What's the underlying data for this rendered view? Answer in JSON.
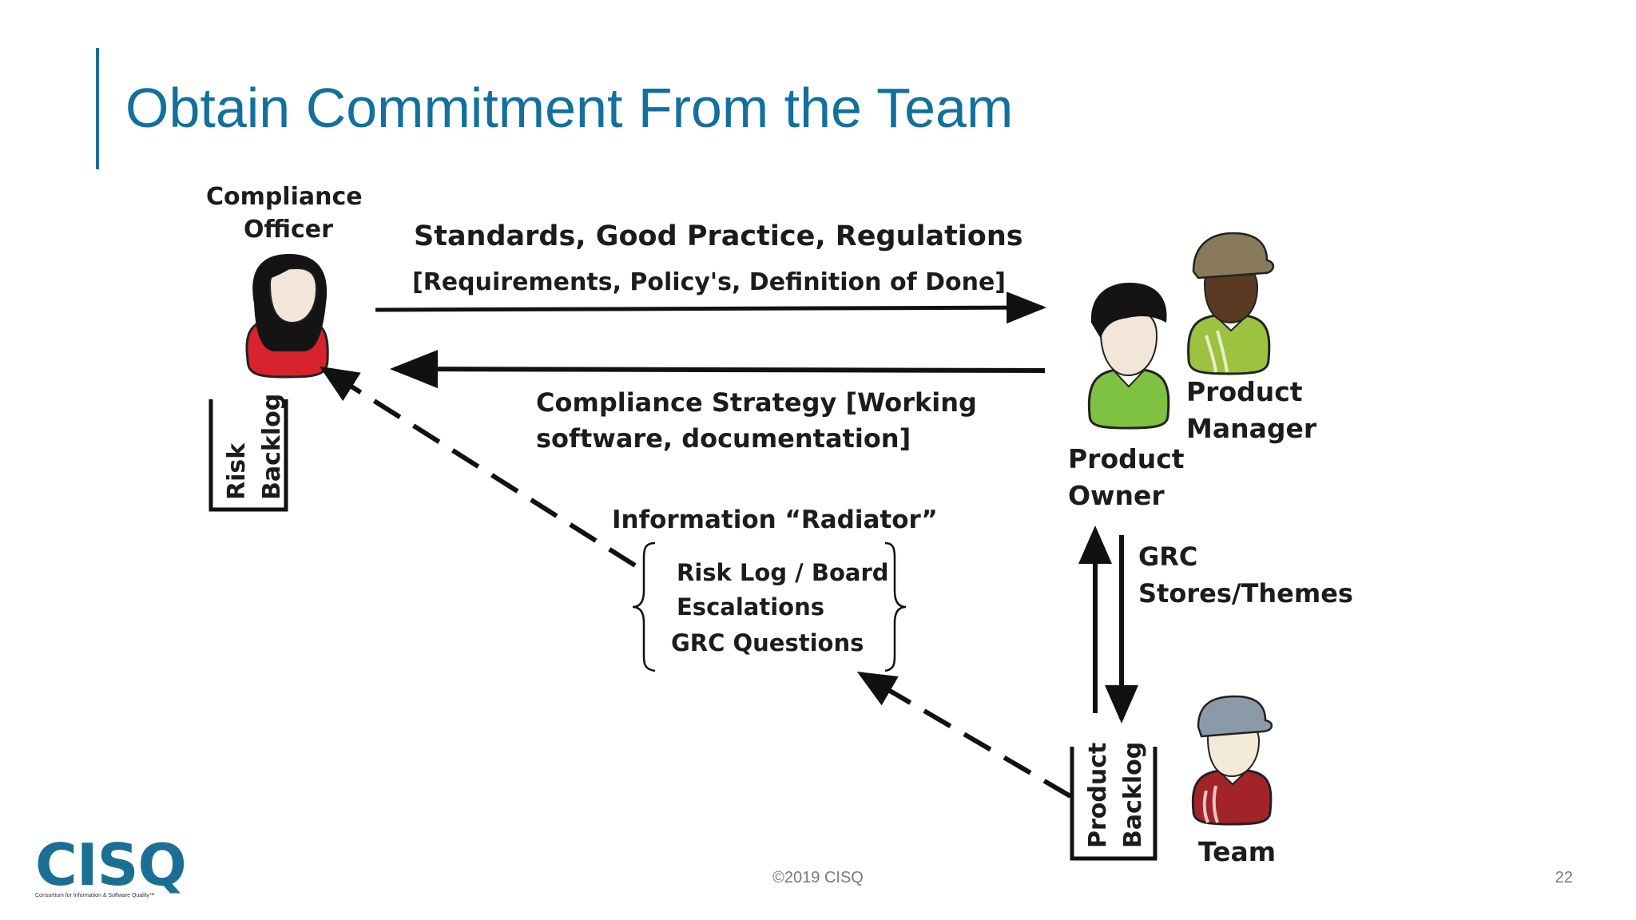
{
  "slide": {
    "title": "Obtain Commitment From the Team",
    "footer": "©2019 CISQ",
    "page_number": "22"
  },
  "logo": {
    "wordmark": "CISQ",
    "tagline": "Consortium for Information & Software Quality™"
  },
  "diagram": {
    "compliance_officer": [
      "Compliance",
      "Officer"
    ],
    "risk_backlog": [
      "Risk",
      "Backlog"
    ],
    "top_arrow_label": [
      "Standards, Good Practice, Regulations",
      "[Requirements, Policy's, Definition of Done]"
    ],
    "return_arrow_label": [
      "Compliance Strategy [Working",
      "software, documentation]"
    ],
    "radiator_title": "Information “Radiator”",
    "radiator_items": [
      "Risk Log / Board",
      "Escalations",
      "GRC Questions"
    ],
    "product_manager": [
      "Product",
      "Manager"
    ],
    "product_owner": [
      "Product",
      "Owner"
    ],
    "grc_label": [
      "GRC",
      "Stores/Themes"
    ],
    "product_backlog": [
      "Product",
      "Backlog"
    ],
    "team": "Team"
  },
  "colors": {
    "title": "#12709c",
    "accent": "#1a6e96",
    "compliance_officer_shirt": "#d8232e",
    "product_owner_shirt": "#7fc241",
    "product_manager_shirt": "#9cc23f",
    "product_manager_cap": "#8a7a5c",
    "team_shirt": "#a32428",
    "team_cap": "#8a9aa8"
  },
  "icons": [
    "compliance-officer-icon",
    "product-owner-icon",
    "product-manager-icon",
    "team-member-icon"
  ]
}
